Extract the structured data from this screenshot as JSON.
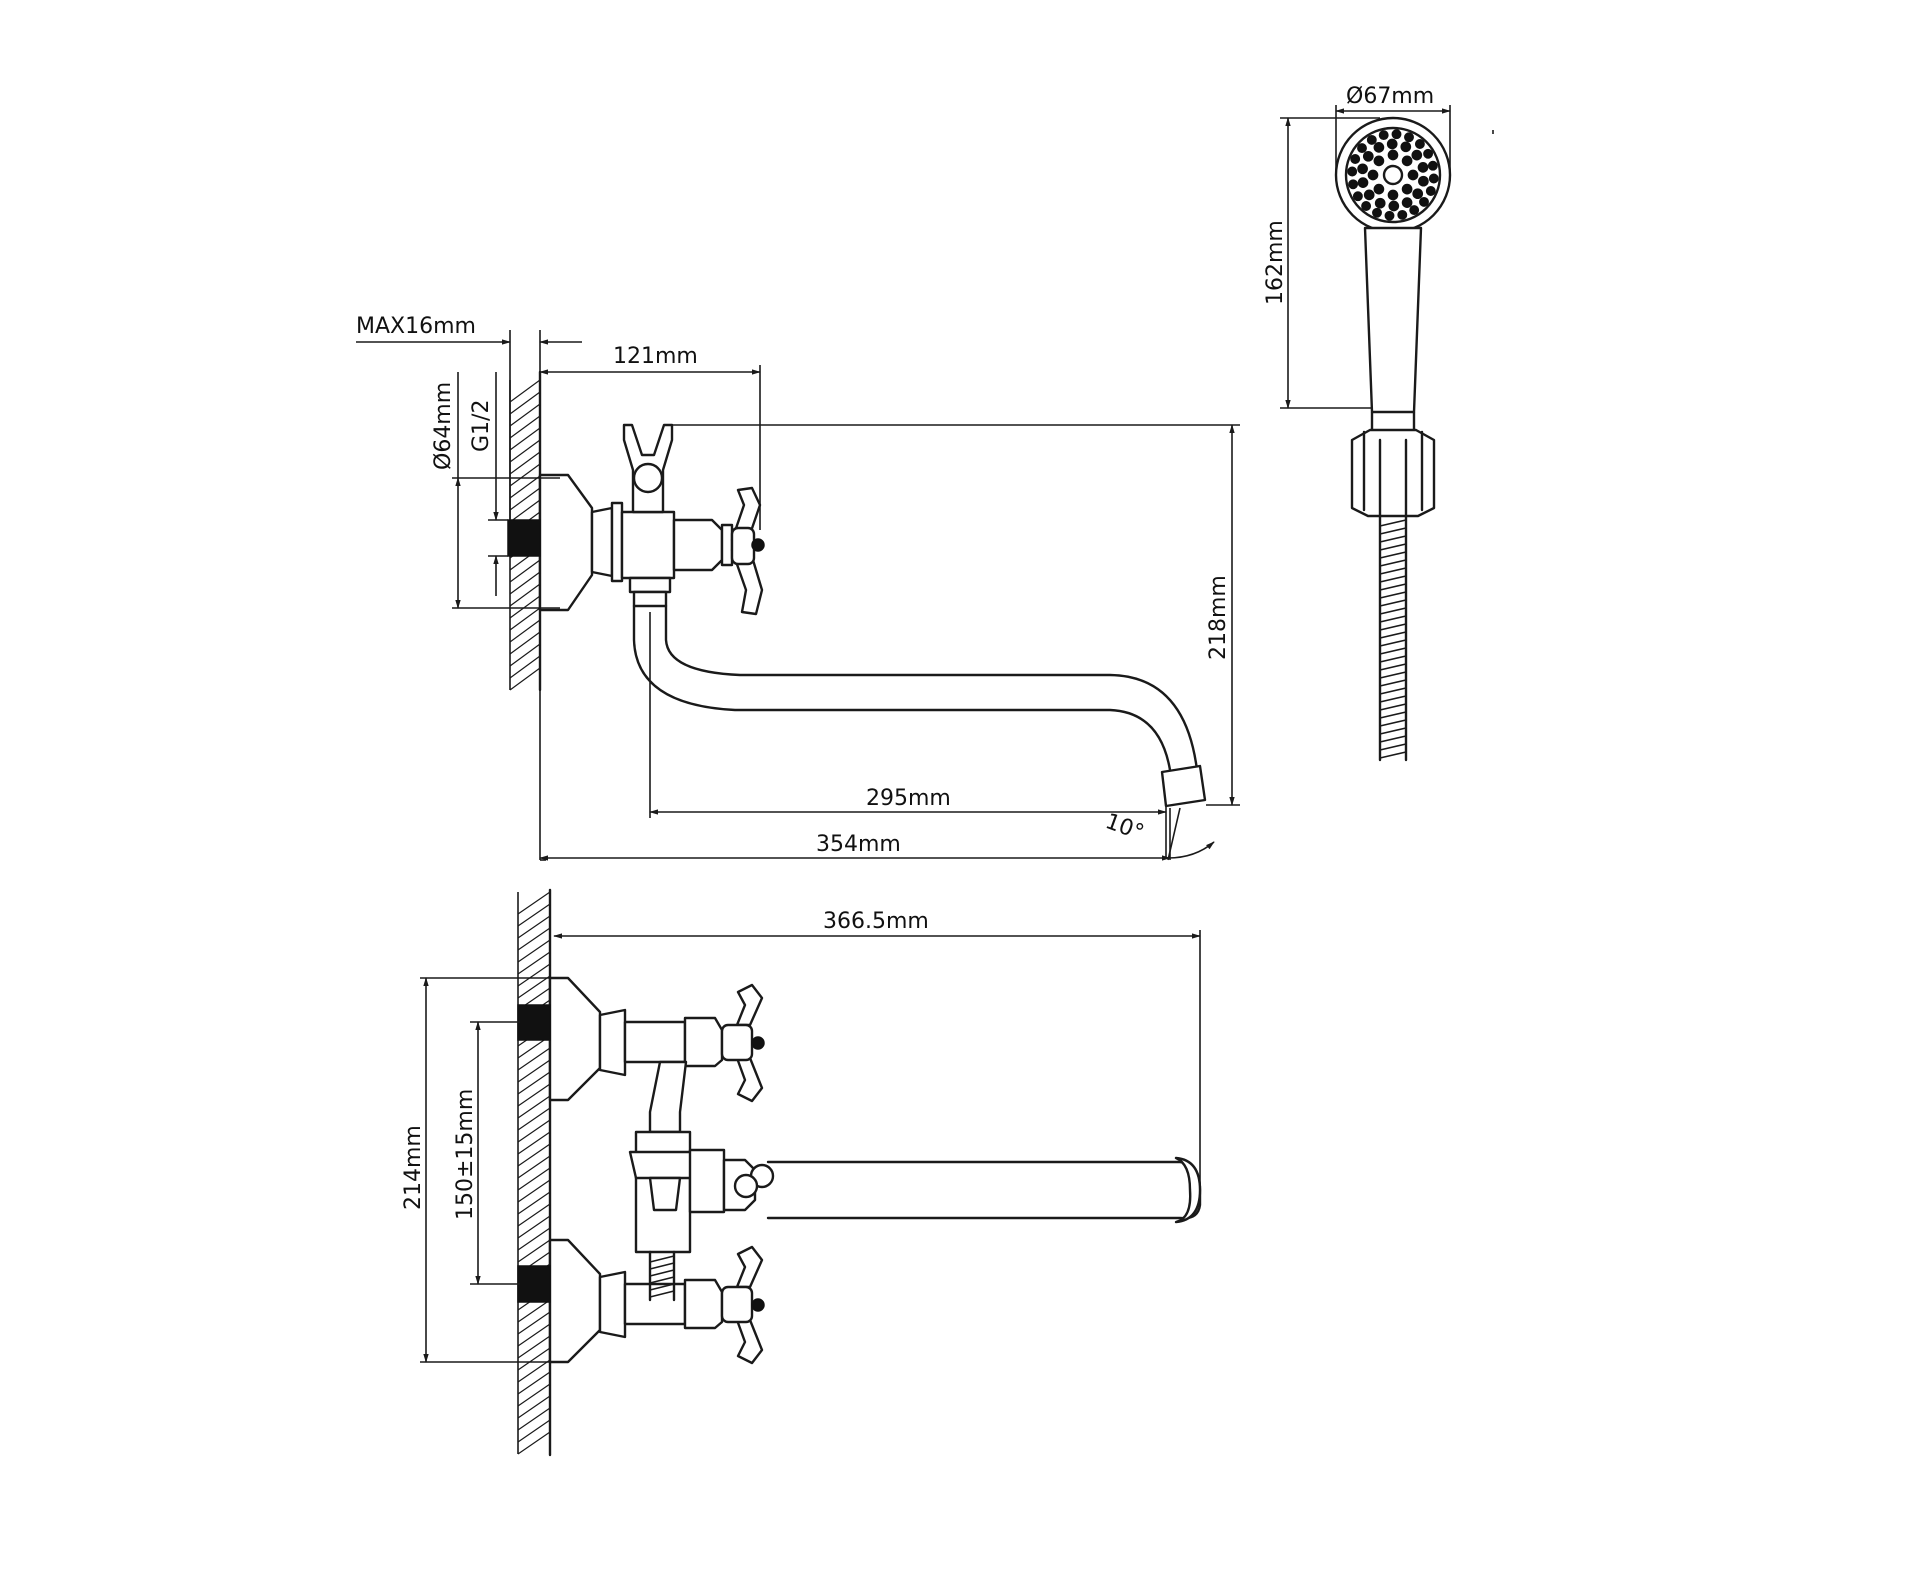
{
  "dimensions": {
    "max16": "MAX16mm",
    "d64": "Ø64mm",
    "g12": "G1/2",
    "d121": "121mm",
    "d218": "218mm",
    "d295": "295mm",
    "d354": "354mm",
    "angle10": "10°",
    "d67": "Ø67mm",
    "d162": "162mm",
    "d3665": "366.5mm",
    "d214": "214mm",
    "d150": "150±15mm"
  },
  "colors": {
    "line": "#1a1a1a",
    "fill": "#111111",
    "background": "#ffffff"
  }
}
